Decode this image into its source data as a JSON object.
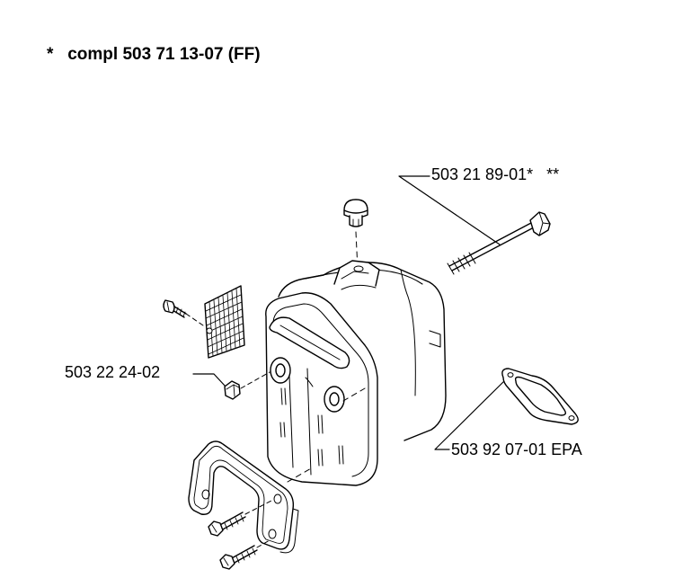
{
  "header": {
    "title": "*   compl 503 71 13-07 (FF)"
  },
  "callouts": {
    "bolt": "503 21 89-01*   **",
    "nut": "503 22 24-02",
    "gasket": "503 92 07-01 EPA"
  }
}
